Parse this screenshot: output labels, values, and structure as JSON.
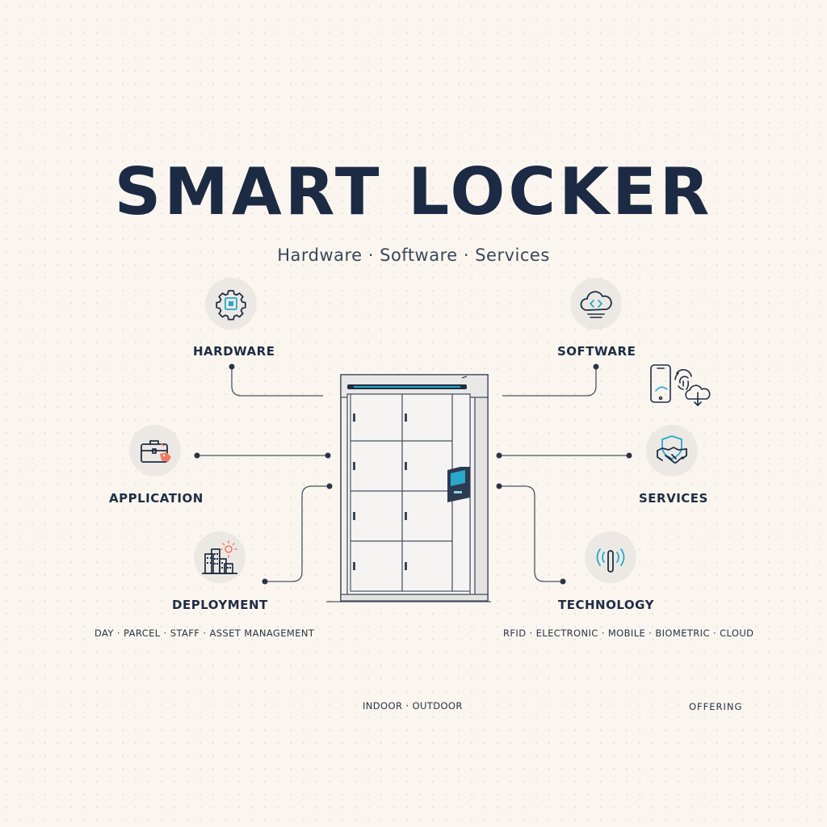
{
  "header": {
    "title": "SMART LOCKER",
    "subtitle": "Hardware · Software · Services"
  },
  "nodes": {
    "hardware": {
      "label": "HARDWARE",
      "icon": "gear-chip-icon"
    },
    "software": {
      "label": "SOFTWARE",
      "icon": "cloud-code-icon"
    },
    "application": {
      "label": "APPLICATION",
      "icon": "briefcase-tag-icon"
    },
    "services": {
      "label": "SERVICES",
      "icon": "handshake-shield-icon"
    },
    "deployment": {
      "label": "DEPLOYMENT",
      "icon": "buildings-sun-icon"
    },
    "technology": {
      "label": "TECHNOLOGY",
      "icon": "rfid-signal-icon"
    }
  },
  "lists": {
    "application_types": "DAY · PARCEL · STAFF  · ASSET MANAGEMENT",
    "technology_types": "RFID · ELECTRONIC · MOBILE · BIOMETRIC · CLOUD",
    "deployment_types": "INDOOR · OUTDOOR",
    "offering": "OFFERING"
  },
  "colors": {
    "navy": "#1c2a44",
    "accent_cyan": "#29a8c9",
    "accent_coral": "#f07a5f",
    "background": "#faf6ef"
  }
}
